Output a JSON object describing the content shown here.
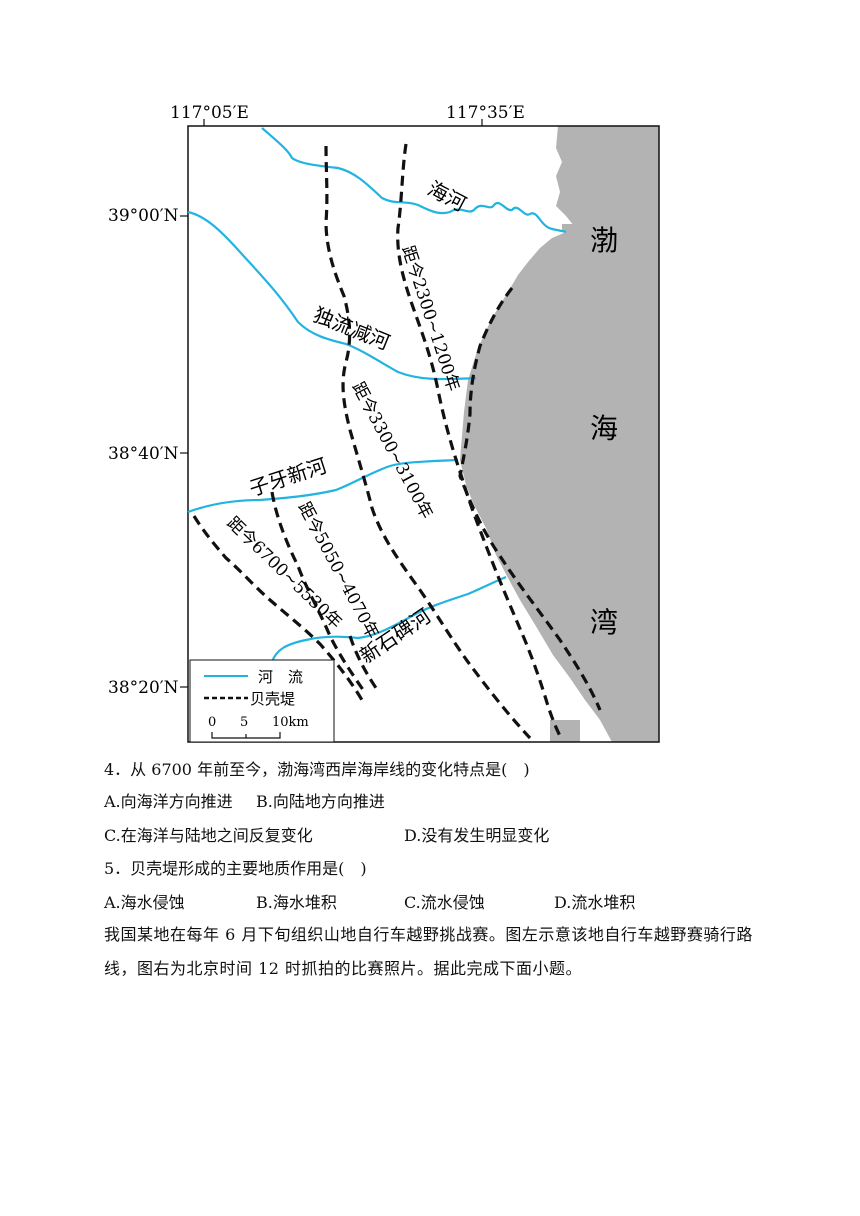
{
  "map": {
    "lon_labels": [
      "117°05′E",
      "117°35′E"
    ],
    "lat_labels": [
      "39°00′N",
      "38°40′N",
      "38°20′N"
    ],
    "rivers": [
      "海河",
      "独流减河",
      "子牙新河",
      "新石碑河"
    ],
    "sea_chars": [
      "渤",
      "海",
      "湾"
    ],
    "shell_ridges": [
      "距今2300~1200年",
      "距今3300~3100年",
      "距今5050~4070年",
      "距今6700~5530年"
    ],
    "legend": {
      "river": "河　流",
      "ridge": "贝壳堤"
    },
    "scale": {
      "t0": "0",
      "t5": "5",
      "t10": "10km"
    },
    "colors": {
      "river": "#22b4e0",
      "land": "#b3b3b3",
      "ridge": "#111111"
    }
  },
  "q4": {
    "stem": "4．从 6700 年前至今，渤海湾西岸海岸线的变化特点是(　)",
    "a": "A.向海洋方向推进",
    "b": "B.向陆地方向推进",
    "c": "C.在海洋与陆地之间反复变化",
    "d": "D.没有发生明显变化"
  },
  "q5": {
    "stem": "5．贝壳堤形成的主要地质作用是(　)",
    "a": "A.海水侵蚀",
    "b": "B.海水堆积",
    "c": "C.流水侵蚀",
    "d": "D.流水堆积"
  },
  "passage": "我国某地在每年 6 月下旬组织山地自行车越野挑战赛。图左示意该地自行车越野赛骑行路线，图右为北京时间 12 时抓拍的比赛照片。据此完成下面小题。"
}
